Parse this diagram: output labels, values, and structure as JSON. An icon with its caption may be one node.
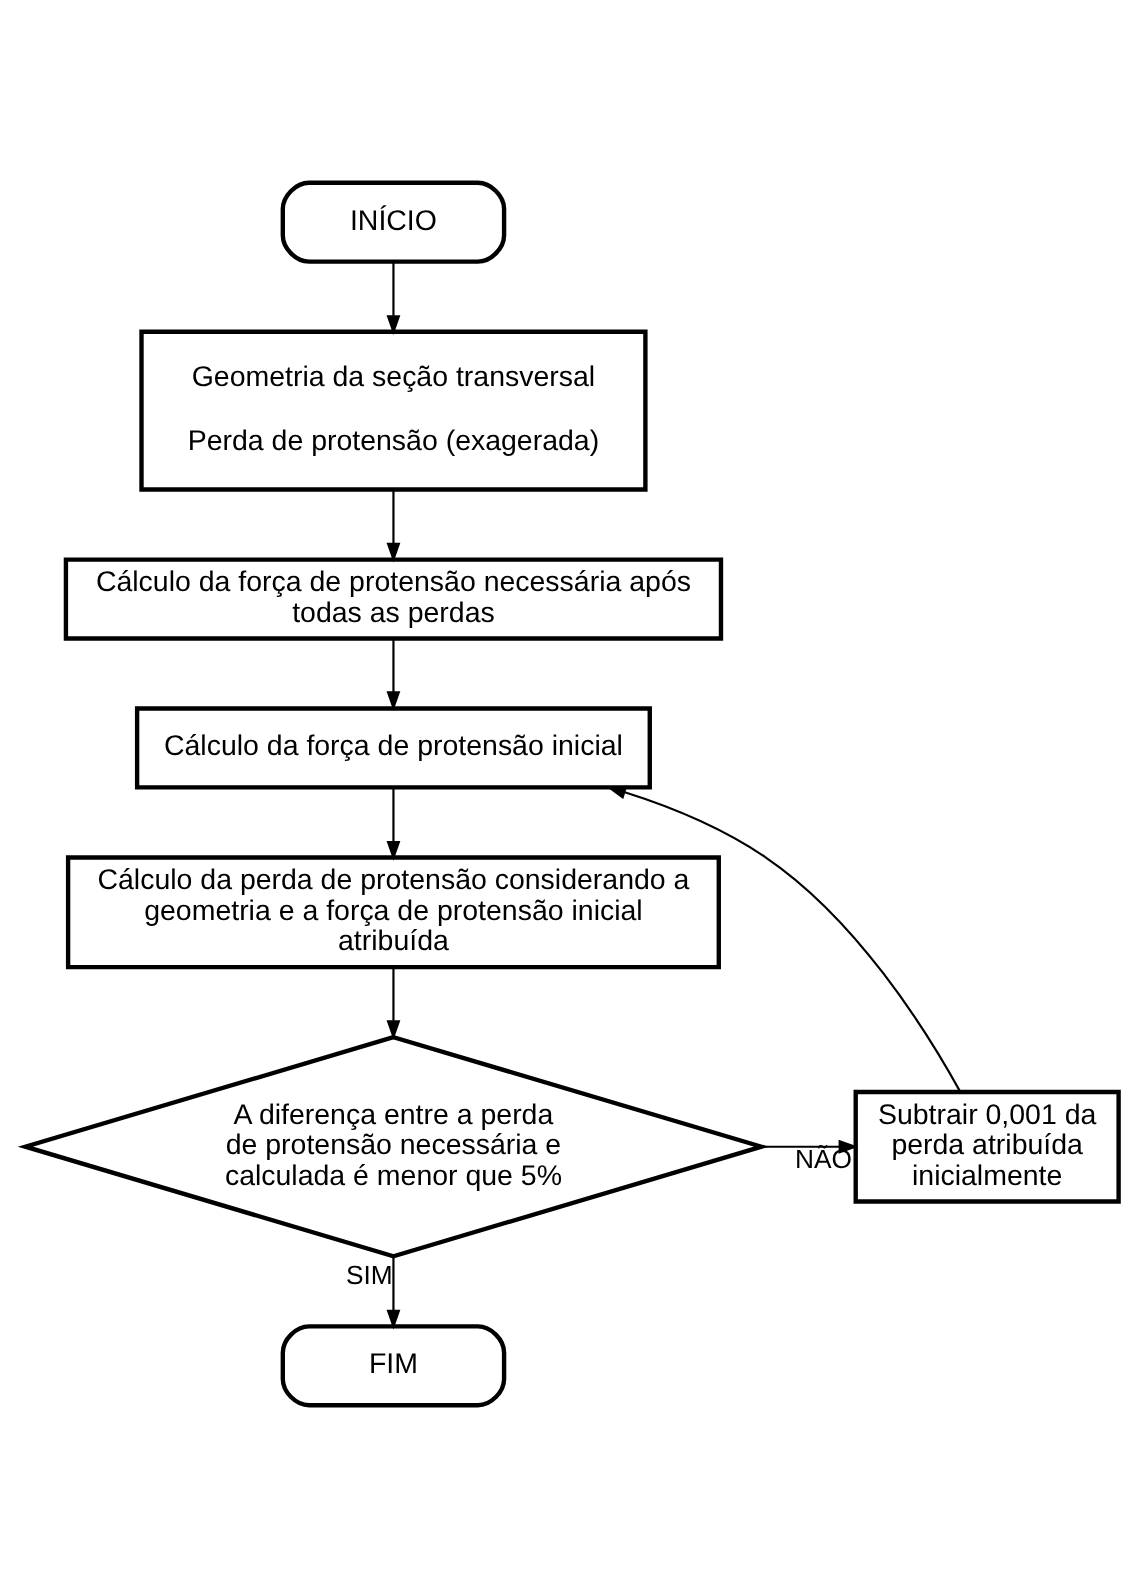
{
  "diagram": {
    "nodes": [
      {
        "text": [
          "INÍCIO"
        ]
      },
      {
        "text": [
          "Geometria da seção transversal",
          "Perda de protensão (exagerada)"
        ]
      },
      {
        "text": [
          "Cálculo da força de protensão necessária após todas as perdas"
        ]
      },
      {
        "text": [
          "Cálculo da força de protensão inicial"
        ]
      },
      {
        "text": [
          "Cálculo da perda de protensão considerando a geometria e a força de protensão inicial atribuída"
        ]
      },
      {
        "text": [
          "A diferença entre a perda de protensão necessária e calculada é menor que 5%"
        ]
      },
      {
        "text": [
          "Subtrair 0,001 da perda atribuída inicialmente"
        ]
      },
      {
        "text": [
          "FIM"
        ]
      }
    ],
    "edges": [
      {
        "from": 0,
        "to": 1,
        "arrow": "to"
      },
      {
        "from": 1,
        "to": 2,
        "arrow": "to"
      },
      {
        "from": 2,
        "to": 3,
        "arrow": "to"
      },
      {
        "from": 3,
        "to": 4,
        "arrow": "to"
      },
      {
        "from": 4,
        "to": 5,
        "arrow": "to"
      },
      {
        "from": 5,
        "to": 6,
        "arrow": "to",
        "label": "NÃO"
      },
      {
        "from": 6,
        "to": 3,
        "arrow": "to"
      },
      {
        "from": 5,
        "to": 7,
        "arrow": "to",
        "label": "SIM"
      }
    ]
  }
}
